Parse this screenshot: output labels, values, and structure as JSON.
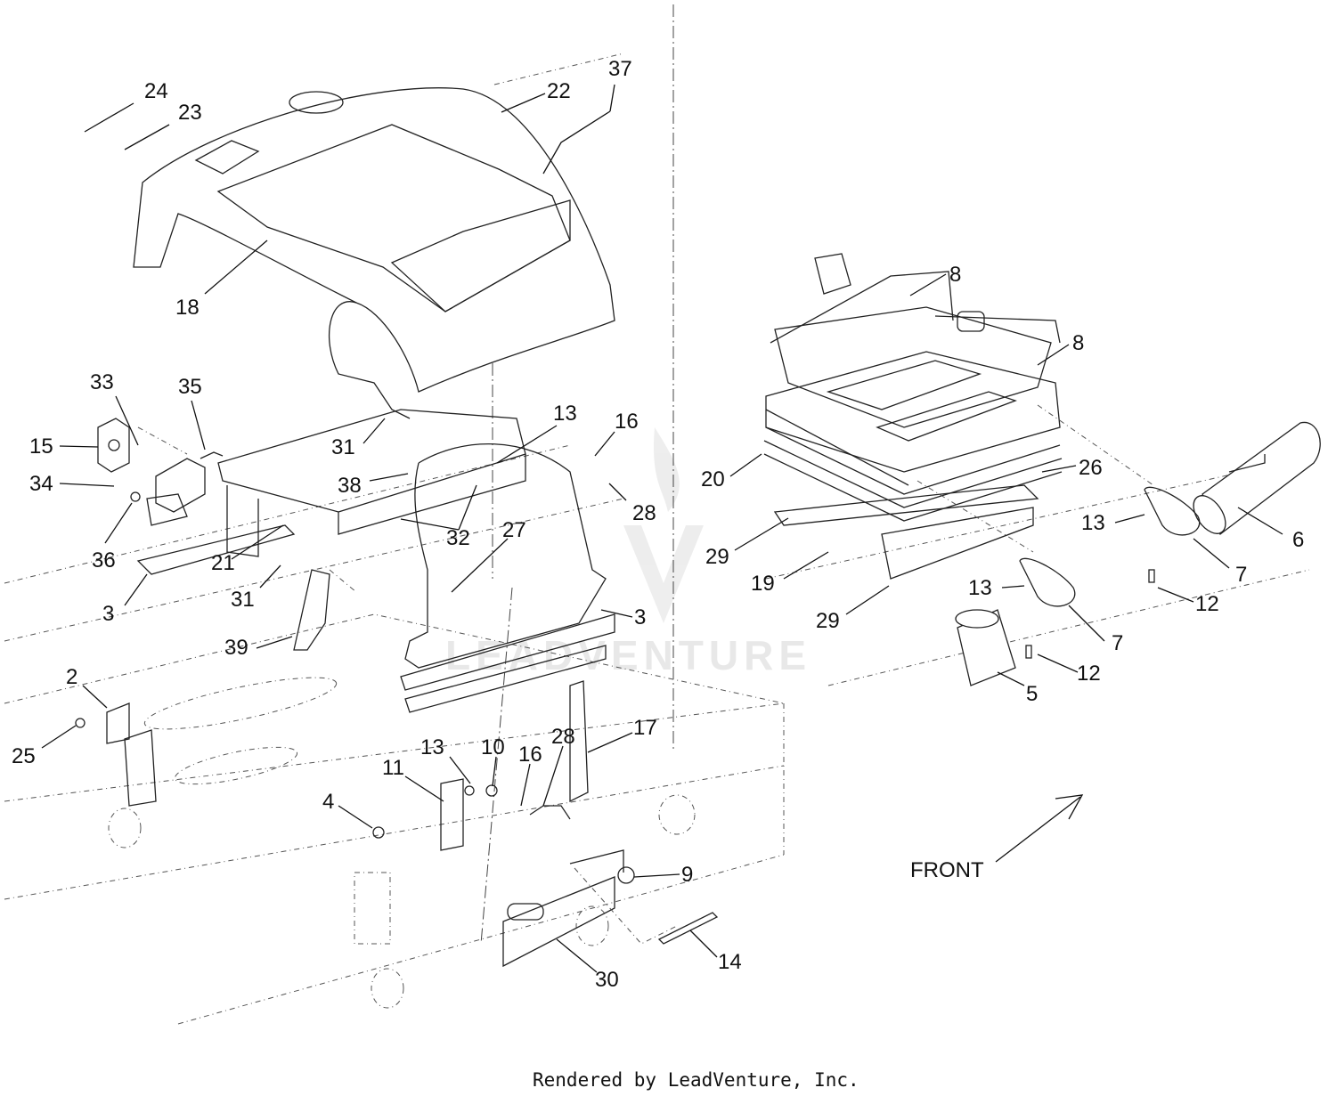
{
  "diagram": {
    "front_label": "FRONT",
    "footer": "Rendered by LeadVenture, Inc.",
    "watermark": "LEADVENTURE",
    "callouts": [
      "24",
      "23",
      "22",
      "37",
      "18",
      "8",
      "8",
      "33",
      "35",
      "15",
      "13",
      "16",
      "31",
      "38",
      "20",
      "26",
      "34",
      "36",
      "28",
      "32",
      "27",
      "21",
      "29",
      "13",
      "6",
      "7",
      "3",
      "31",
      "19",
      "13",
      "12",
      "7",
      "39",
      "3",
      "29",
      "12",
      "5",
      "2",
      "17",
      "25",
      "13",
      "10",
      "16",
      "28",
      "11",
      "4",
      "9",
      "14",
      "30"
    ]
  }
}
